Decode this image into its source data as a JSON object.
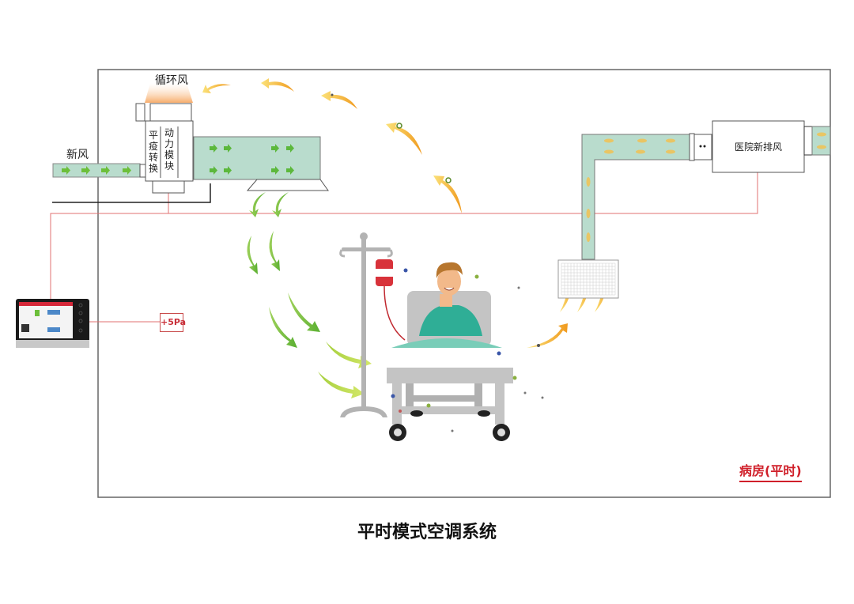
{
  "title": "平时模式空调系统",
  "room_label": "病房(平时)",
  "labels": {
    "fresh_air": "新风",
    "recirculation_air": "循环风",
    "conversion_unit": "平疫转换",
    "power_module": "动力模块",
    "exhaust_unit": "医院新排风",
    "pressure": "+5Pa"
  },
  "colors": {
    "duct_fill": "#b9dccd",
    "fresh_arrow": "#5cb83c",
    "supply_arrow": "#6cbf3a",
    "exhaust_arrow": "#f0a820",
    "control_line": "#e07070",
    "room_label": "#d0202a",
    "room_border": "#555555"
  },
  "icons": {
    "control_panel": "touchscreen-panel-icon",
    "patient": "patient-in-bed-icon",
    "iv_stand": "iv-drip-stand-icon",
    "exhaust_grille": "grille-icon",
    "supply_diffuser": "diffuser-icon"
  }
}
